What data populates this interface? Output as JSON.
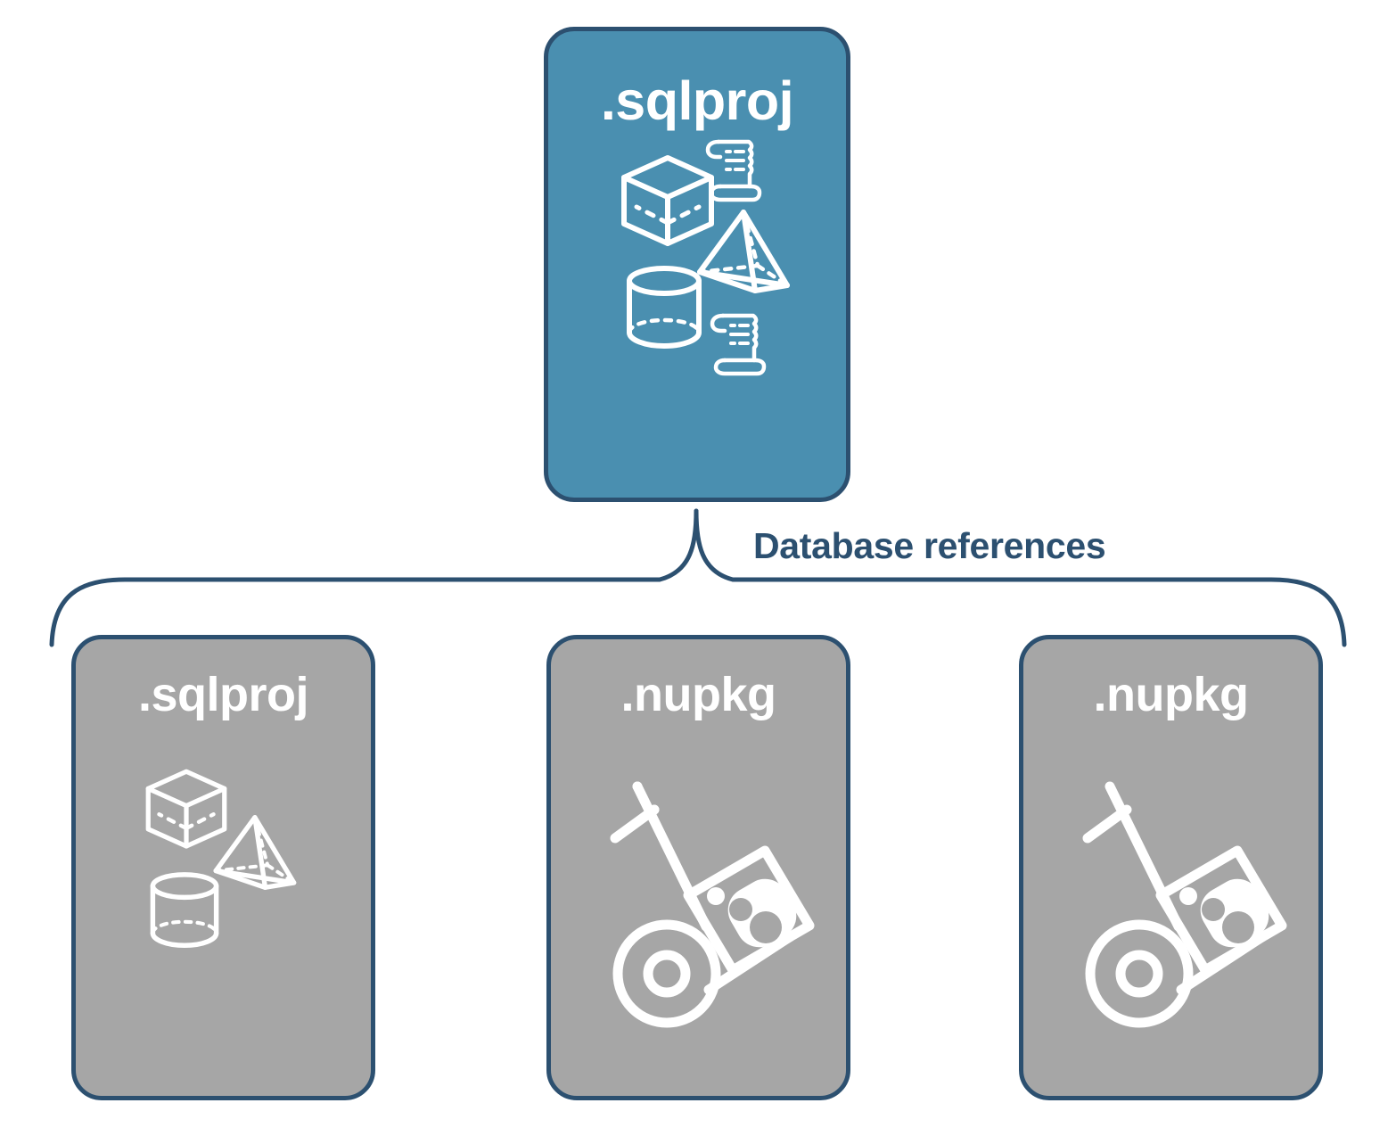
{
  "diagram": {
    "title_text_color": "#ffffff",
    "accent_blue": "#4a8fb0",
    "outline_navy": "#2c5070",
    "neutral_gray": "#a6a6a6",
    "background": "#ffffff",
    "root": {
      "label": ".sqlproj",
      "fill": "#4a8fb0",
      "icons": [
        {
          "name": "cube-3d-icon"
        },
        {
          "name": "scroll-script-icon"
        },
        {
          "name": "pyramid-3d-icon"
        },
        {
          "name": "cylinder-3d-icon"
        },
        {
          "name": "scroll-script-icon"
        }
      ]
    },
    "edge": {
      "label": "Database references",
      "style": "curly-brace",
      "color": "#2c5070"
    },
    "children": [
      {
        "label": ".sqlproj",
        "fill": "#a6a6a6",
        "icons": [
          {
            "name": "cube-3d-icon"
          },
          {
            "name": "pyramid-3d-icon"
          },
          {
            "name": "cylinder-3d-icon"
          }
        ]
      },
      {
        "label": ".nupkg",
        "fill": "#a6a6a6",
        "icons": [
          {
            "name": "nuget-hand-truck-icon"
          }
        ]
      },
      {
        "label": ".nupkg",
        "fill": "#a6a6a6",
        "icons": [
          {
            "name": "nuget-hand-truck-icon"
          }
        ]
      }
    ]
  }
}
